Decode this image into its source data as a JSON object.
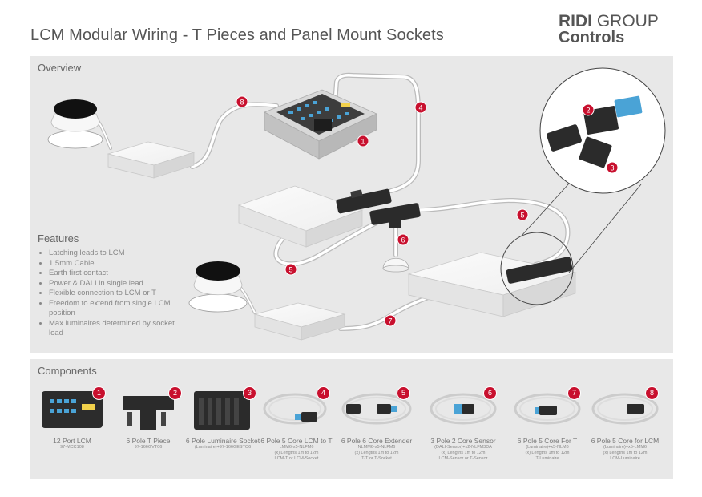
{
  "header": {
    "title": "LCM Modular Wiring - T Pieces and Panel Mount Sockets",
    "brand_line1_bold": "RIDI",
    "brand_line1_rest": " GROUP",
    "brand_line2": "Controls"
  },
  "overview": {
    "title": "Overview",
    "callouts": [
      "1",
      "2",
      "3",
      "4",
      "5",
      "5",
      "6",
      "7",
      "8"
    ]
  },
  "features": {
    "title": "Features",
    "items": [
      "Latching leads to LCM",
      "1.5mm Cable",
      "Earth first contact",
      "Power & DALI in single lead",
      "Flexible connection to LCM or T",
      "Freedom to extend from single LCM position",
      "Max luminaires determined by socket load"
    ]
  },
  "components": {
    "title": "Components",
    "items": [
      {
        "num": "1",
        "name": "12 Port LCM",
        "code": [
          "97-MCC108"
        ]
      },
      {
        "num": "2",
        "name": "6 Pole T Piece",
        "code": [
          "97-166GVT06"
        ]
      },
      {
        "num": "3",
        "name": "6 Pole Luminaire Socket",
        "code": [
          "(Luminaire)+97-166GESTO6"
        ]
      },
      {
        "num": "4",
        "name": "6 Pole 5 Core LCM to T",
        "code": [
          "LMM6-x5-NLFM6",
          "(x) Lengths 1m to 12m",
          "LCM-T or LCM-Socket"
        ]
      },
      {
        "num": "5",
        "name": "6 Pole 6 Core Extender",
        "code": [
          "NLMM6-x5-NLFM6",
          "(x) Lengths 1m to 12m",
          "T-T or T-Socket"
        ]
      },
      {
        "num": "6",
        "name": "3 Pole 2 Core Sensor",
        "code": [
          "(DALI-Sensor)+x2-NLFM3DA",
          "(x) Lengths 1m to 12m",
          "LCM-Sensor or T-Sensor"
        ]
      },
      {
        "num": "7",
        "name": "6 Pole 5 Core For T",
        "code": [
          "(Luminaire)+x5-NLM6",
          "(x) Lengths 1m to 12m",
          "T-Luminaire"
        ]
      },
      {
        "num": "8",
        "name": "6 Pole 5 Core for LCM",
        "code": [
          "(Luminaire)+x5-LMM6",
          "(x) Lengths 1m to 12m",
          "LCM-Luminaire"
        ]
      }
    ]
  },
  "colors": {
    "accent": "#c8102e",
    "panel": "#e8e8e8",
    "connector": "#2b2b2b",
    "port": "#4aa3d6"
  }
}
